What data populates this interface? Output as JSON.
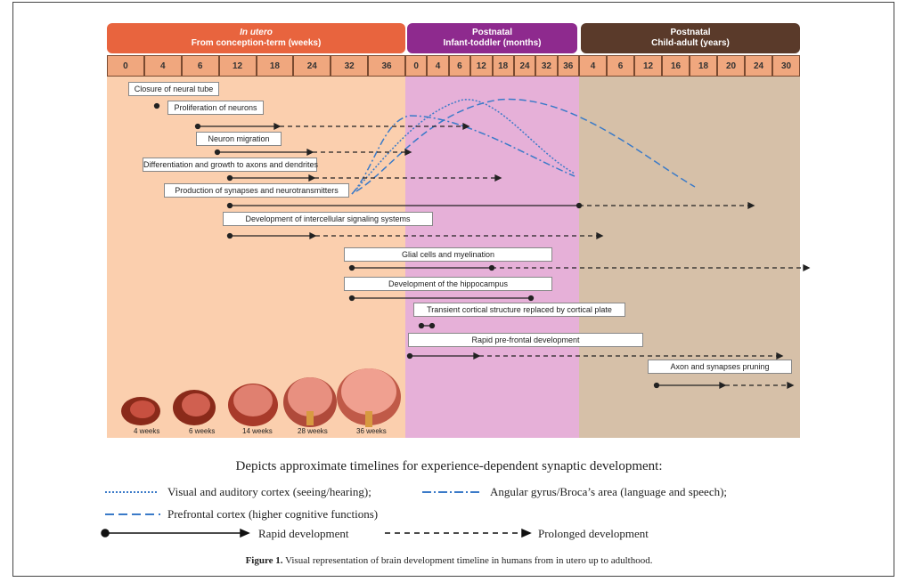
{
  "header": {
    "utero_title": "In utero",
    "utero_sub": "From conception-term (weeks)",
    "infant_title": "Postnatal",
    "infant_sub": "Infant-toddler (months)",
    "child_title": "Postnatal",
    "child_sub": "Child-adult (years)"
  },
  "ticks": {
    "utero": [
      "0",
      "4",
      "6",
      "12",
      "18",
      "24",
      "32",
      "36"
    ],
    "infant": [
      "0",
      "4",
      "6",
      "12",
      "18",
      "24",
      "32",
      "36"
    ],
    "child": [
      "4",
      "6",
      "12",
      "16",
      "18",
      "20",
      "24",
      "30"
    ]
  },
  "events": {
    "neural_tube": "Closure of neural tube",
    "proliferation": "Proliferation of neurons",
    "migration": "Neuron migration",
    "differentiation": "Differentiation and growth to axons and dendrites",
    "synapses": "Production of synapses and neurotransmitters",
    "signaling": "Development of intercellular signaling systems",
    "glial": "Glial cells and myelination",
    "hippocampus": "Development of the hippocampus",
    "cortical": "Transient cortical structure replaced by cortical plate",
    "prefrontal": "Rapid pre-frontal development",
    "pruning": "Axon and synapses pruning"
  },
  "embryo_labels": [
    "4 weeks",
    "6 weeks",
    "14 weeks",
    "28 weeks",
    "36 weeks"
  ],
  "legend": {
    "title": "Depicts approximate timelines for experience-dependent synaptic development:",
    "visual": "Visual and auditory cortex (seeing/hearing);",
    "angular": "Angular gyrus/Broca’s area (language and speech);",
    "prefrontal": "Prefrontal cortex (higher cognitive functions)",
    "rapid": "Rapid development",
    "prolonged": "Prolonged development"
  },
  "caption": {
    "label": "Figure 1.",
    "text": " Visual representation of brain development timeline in humans from in utero up to adulthood."
  },
  "colors": {
    "utero_header": "#e8643e",
    "infant_header": "#8e2a8e",
    "child_header": "#5a3a2a",
    "utero_bg": "#fbcfae",
    "infant_bg": "#e6b0d8",
    "child_bg": "#d6c0a8",
    "curve": "#3a7ac8"
  }
}
